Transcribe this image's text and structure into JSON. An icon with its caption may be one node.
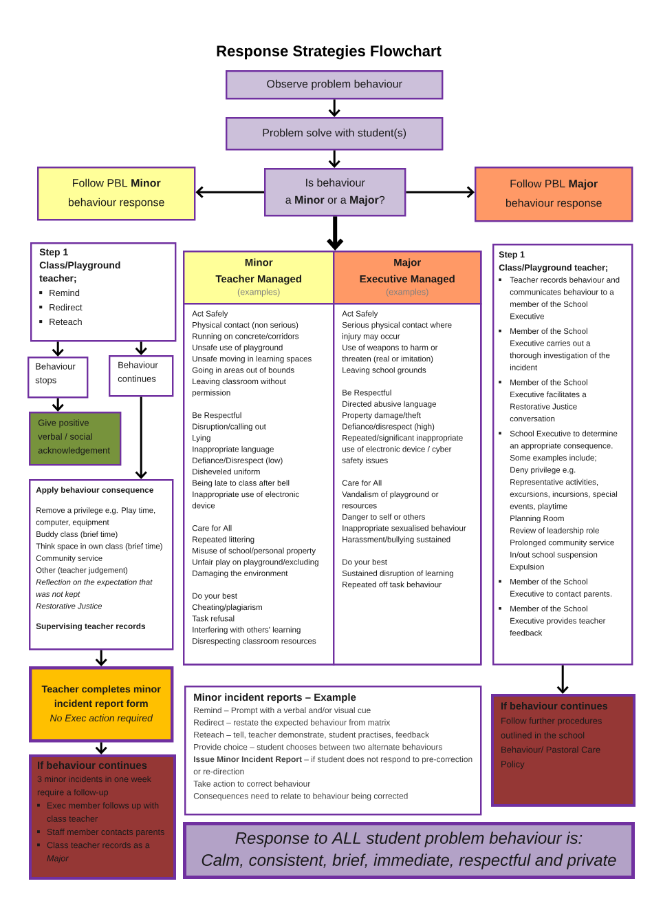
{
  "diagram": {
    "title": "Response Strategies Flowchart",
    "nodes": [
      {
        "text": [
          "Observe problem behaviour"
        ]
      },
      {
        "text": [
          "Problem solve with student(s)"
        ]
      },
      {
        "text": [
          "Follow PBL **Minor** behaviour response"
        ]
      },
      {
        "text": [
          "Is behaviour a **Minor** or a **Major**?"
        ]
      },
      {
        "text": [
          "Follow PBL **Major** behaviour response"
        ]
      },
      {
        "text": [
          "Step 1",
          "Class/Playground teacher;",
          "Remind",
          "Redirect",
          "Reteach"
        ]
      },
      {
        "text": [],
        "shape": "box"
      },
      {
        "text": [
          "Minor",
          "Teacher Managed",
          "(examples)"
        ],
        "in": 6
      },
      {
        "text": [
          "Major",
          "Executive Managed",
          "(examples)"
        ],
        "in": 6
      },
      {
        "text": [
          "Act Safely",
          "Physical contact (non serious)",
          "Running on concrete/corridors",
          "Unsafe use of playground",
          "Unsafe moving in learning spaces",
          "Going in areas out of bounds",
          "Leaving classroom without permission",
          "Be Respectful",
          "Disruption/calling out",
          "Lying",
          "Inappropriate language",
          "Defiance/Disrespect (low)",
          "Disheveled uniform",
          "Being late to class after bell",
          "Inappropriate use of electronic device",
          "Care for All",
          "Repeated littering",
          "Misuse of school/personal property",
          "Unfair play on playground/excluding",
          "Damaging the environment",
          "Do your best",
          "Cheating/plagiarism",
          "Task refusal",
          "Interfering with others' learning",
          "Disrespecting classroom resources"
        ],
        "in": 6
      },
      {
        "text": [
          "Act Safely",
          "Serious physical contact where injury may occur",
          "Use of weapons to harm or threaten (real or imitation)",
          "Leaving school grounds",
          "Be Respectful",
          "Directed abusive language",
          "Property damage/theft",
          "Defiance/disrespect (high)",
          "Repeated/significant inappropriate use of electronic device / cyber safety issues",
          "Care for All",
          "Vandalism of playground or resources",
          "Danger to self or others",
          "Inappropriate sexualised behaviour",
          "Harassment/bullying sustained",
          "Do your best",
          "Sustained disruption of learning",
          "Repeated off task behaviour"
        ],
        "in": 6
      },
      {
        "text": [
          "Step 1",
          "Class/Playground teacher;",
          "Teacher records behaviour and communicates behaviour to a member of the School Executive",
          "Member of the School Executive carries out a thorough investigation of the incident",
          "Member of the School Executive facilitates a Restorative Justice conversation",
          "School Executive to determine an appropriate consequence. Some examples include;",
          "Deny privilege e.g.",
          "Representative activities, excursions, incursions, special events, playtime",
          "Planning Room",
          "Review of leadership role",
          "Prolonged community service",
          "In/out school suspension",
          "Expulsion",
          "Member of the School Executive to contact parents.",
          "Member of the School Executive provides teacher feedback"
        ]
      },
      {
        "text": [
          "Behaviour stops"
        ]
      },
      {
        "text": [
          "Behaviour continues"
        ]
      },
      {
        "text": [
          "Give positive verbal / social acknowledgement"
        ]
      },
      {
        "text": [
          "Apply behaviour consequence",
          "Remove a privilege e.g. Play time, computer, equipment",
          "Buddy class (brief time)",
          "Think space in own class (brief time)",
          "Community service",
          "Other (teacher judgement)",
          "Reflection on the expectation that was not kept",
          "Restorative Justice",
          "Supervising teacher records"
        ]
      },
      {
        "text": [
          "Teacher completes minor incident report form",
          "No Exec action required"
        ]
      },
      {
        "text": [
          "Minor incident reports – Example",
          "Remind – Prompt with a verbal and/or visual cue",
          "Redirect – restate the expected behaviour from matrix",
          "Reteach – tell, teacher demonstrate, student practises, feedback",
          "Provide choice – student chooses between two alternate behaviours",
          "**Issue Minor Incident Report** – if student does not respond to pre-correction or re-direction",
          "Take action to correct behaviour",
          "Consequences need to relate to behaviour being corrected"
        ]
      },
      {
        "text": [
          "If behaviour continues",
          "Follow further procedures outlined in the school Behaviour/ Pastoral Care Policy"
        ]
      },
      {
        "text": [
          "If behaviour continues",
          "3 minor incidents in one week require a follow-up",
          "Exec member follows up with class teacher",
          "Staff member contacts parents",
          "Class teacher records as a *Major*"
        ]
      },
      {
        "text": [
          "Response to ALL student problem behaviour is:",
          "Calm, consistent, brief, immediate, respectful and private"
        ]
      }
    ],
    "edges": [
      {
        "from": 0,
        "to": 1,
        "arrow": "to"
      },
      {
        "from": 1,
        "to": 3,
        "arrow": "to"
      },
      {
        "from": 3,
        "to": 2,
        "arrow": "to"
      },
      {
        "from": 3,
        "to": 4,
        "arrow": "to"
      },
      {
        "from": 3,
        "to": 6,
        "arrow": "to",
        "style": "thick"
      },
      {
        "from": 5,
        "to": 12,
        "arrow": "to"
      },
      {
        "from": 5,
        "to": 13,
        "arrow": "to"
      },
      {
        "from": 12,
        "to": 14,
        "arrow": "to"
      },
      {
        "from": 13,
        "to": 15,
        "arrow": "to"
      },
      {
        "from": 15,
        "to": 16,
        "arrow": "to"
      },
      {
        "from": 16,
        "to": 19,
        "arrow": "to"
      },
      {
        "from": 11,
        "to": 18,
        "arrow": "to"
      }
    ]
  }
}
